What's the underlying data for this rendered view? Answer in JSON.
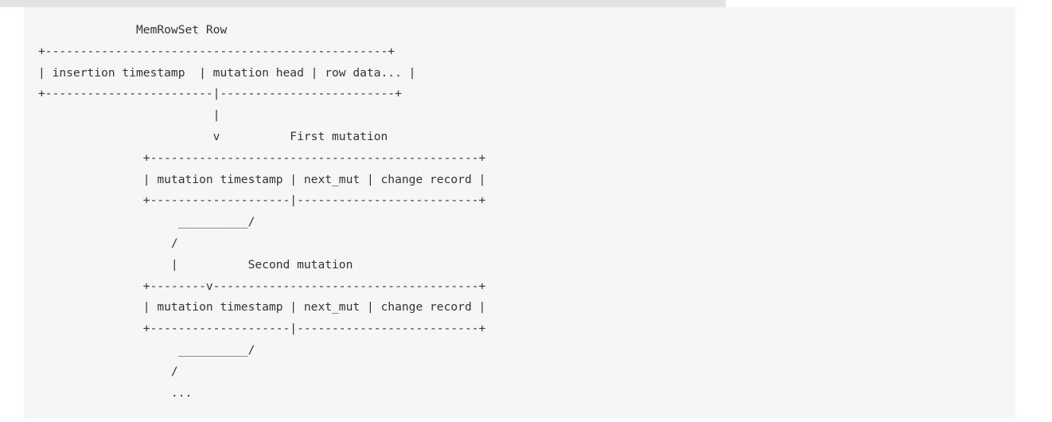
{
  "header_strip": {
    "text": ""
  },
  "diagram": {
    "lines": [
      "              MemRowSet Row",
      "+-------------------------------------------------+",
      "| insertion timestamp  | mutation head | row data... |",
      "+------------------------|-------------------------+",
      "                         |",
      "                         v          First mutation",
      "               +-----------------------------------------------+",
      "               | mutation timestamp | next_mut | change record |",
      "               +--------------------|--------------------------+",
      "                    __________/",
      "                   /",
      "                   |          Second mutation",
      "               +--------v--------------------------------------+",
      "               | mutation timestamp | next_mut | change record |",
      "               +--------------------|--------------------------+",
      "                    __________/",
      "                   /",
      "                   ..."
    ]
  }
}
